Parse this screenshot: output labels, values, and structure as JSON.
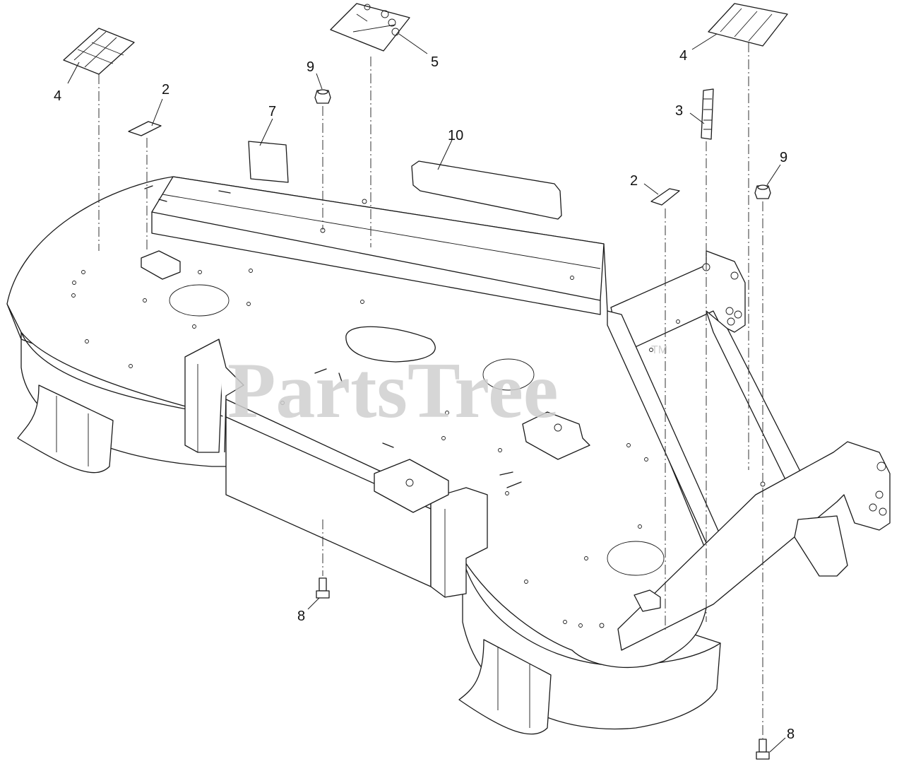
{
  "watermark": {
    "text": "PartsTree",
    "trademark": "TM"
  },
  "callouts": [
    {
      "id": "c4a",
      "label": "4"
    },
    {
      "id": "c2a",
      "label": "2"
    },
    {
      "id": "c9a",
      "label": "9"
    },
    {
      "id": "c5",
      "label": "5"
    },
    {
      "id": "c7",
      "label": "7"
    },
    {
      "id": "c10",
      "label": "10"
    },
    {
      "id": "c4b",
      "label": "4"
    },
    {
      "id": "c3",
      "label": "3"
    },
    {
      "id": "c2b",
      "label": "2"
    },
    {
      "id": "c9b",
      "label": "9"
    },
    {
      "id": "c8a",
      "label": "8"
    },
    {
      "id": "c8b",
      "label": "8"
    }
  ],
  "colors": {
    "line": "#1a1a1a",
    "watermark": "#cfcfcf",
    "background": "#ffffff"
  }
}
